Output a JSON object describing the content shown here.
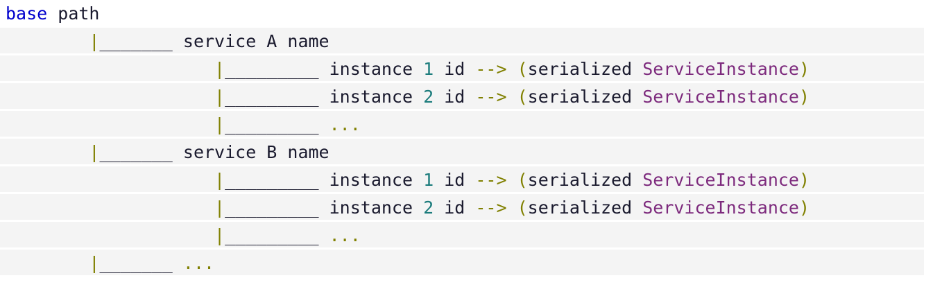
{
  "document": {
    "kind": "ascii-tree-diagram",
    "description": "Service registry key layout tree",
    "colors": {
      "background": "#ffffff",
      "row_stripe": "#f4f4f4",
      "keyword": "#0000cd",
      "plain_text": "#1a1a2e",
      "branch": "#808000",
      "arrow": "#808000",
      "paren": "#808000",
      "number": "#1c7c7c",
      "type": "#7d2a7d",
      "ellipsis": "#808000"
    }
  },
  "lines": [
    {
      "id": "line-base-path",
      "striped": false,
      "tokens": [
        {
          "cls": "tok-keyword",
          "text": "base"
        },
        {
          "cls": "tok-plain",
          "text": " path"
        }
      ]
    },
    {
      "id": "line-service-a",
      "striped": true,
      "tokens": [
        {
          "cls": "tok-plain",
          "text": "        "
        },
        {
          "cls": "tok-branch",
          "text": "|"
        },
        {
          "cls": "tok-rule",
          "text": "_______"
        },
        {
          "cls": "tok-plain",
          "text": " service A name"
        }
      ]
    },
    {
      "id": "line-service-a-instance-1",
      "striped": true,
      "tokens": [
        {
          "cls": "tok-plain",
          "text": "                    "
        },
        {
          "cls": "tok-branch",
          "text": "|"
        },
        {
          "cls": "tok-rule",
          "text": "_________"
        },
        {
          "cls": "tok-plain",
          "text": " instance "
        },
        {
          "cls": "tok-number",
          "text": "1"
        },
        {
          "cls": "tok-plain",
          "text": " id "
        },
        {
          "cls": "tok-arrow",
          "text": "-->"
        },
        {
          "cls": "tok-plain",
          "text": " "
        },
        {
          "cls": "tok-paren",
          "text": "("
        },
        {
          "cls": "tok-plain",
          "text": "serialized "
        },
        {
          "cls": "tok-type",
          "text": "ServiceInstance"
        },
        {
          "cls": "tok-paren",
          "text": ")"
        }
      ]
    },
    {
      "id": "line-service-a-instance-2",
      "striped": true,
      "tokens": [
        {
          "cls": "tok-plain",
          "text": "                    "
        },
        {
          "cls": "tok-branch",
          "text": "|"
        },
        {
          "cls": "tok-rule",
          "text": "_________"
        },
        {
          "cls": "tok-plain",
          "text": " instance "
        },
        {
          "cls": "tok-number",
          "text": "2"
        },
        {
          "cls": "tok-plain",
          "text": " id "
        },
        {
          "cls": "tok-arrow",
          "text": "-->"
        },
        {
          "cls": "tok-plain",
          "text": " "
        },
        {
          "cls": "tok-paren",
          "text": "("
        },
        {
          "cls": "tok-plain",
          "text": "serialized "
        },
        {
          "cls": "tok-type",
          "text": "ServiceInstance"
        },
        {
          "cls": "tok-paren",
          "text": ")"
        }
      ]
    },
    {
      "id": "line-service-a-instance-more",
      "striped": true,
      "tokens": [
        {
          "cls": "tok-plain",
          "text": "                    "
        },
        {
          "cls": "tok-branch",
          "text": "|"
        },
        {
          "cls": "tok-rule",
          "text": "_________"
        },
        {
          "cls": "tok-plain",
          "text": " "
        },
        {
          "cls": "tok-ellipsis",
          "text": "..."
        }
      ]
    },
    {
      "id": "line-service-b",
      "striped": true,
      "tokens": [
        {
          "cls": "tok-plain",
          "text": "        "
        },
        {
          "cls": "tok-branch",
          "text": "|"
        },
        {
          "cls": "tok-rule",
          "text": "_______"
        },
        {
          "cls": "tok-plain",
          "text": " service B name"
        }
      ]
    },
    {
      "id": "line-service-b-instance-1",
      "striped": true,
      "tokens": [
        {
          "cls": "tok-plain",
          "text": "                    "
        },
        {
          "cls": "tok-branch",
          "text": "|"
        },
        {
          "cls": "tok-rule",
          "text": "_________"
        },
        {
          "cls": "tok-plain",
          "text": " instance "
        },
        {
          "cls": "tok-number",
          "text": "1"
        },
        {
          "cls": "tok-plain",
          "text": " id "
        },
        {
          "cls": "tok-arrow",
          "text": "-->"
        },
        {
          "cls": "tok-plain",
          "text": " "
        },
        {
          "cls": "tok-paren",
          "text": "("
        },
        {
          "cls": "tok-plain",
          "text": "serialized "
        },
        {
          "cls": "tok-type",
          "text": "ServiceInstance"
        },
        {
          "cls": "tok-paren",
          "text": ")"
        }
      ]
    },
    {
      "id": "line-service-b-instance-2",
      "striped": true,
      "tokens": [
        {
          "cls": "tok-plain",
          "text": "                    "
        },
        {
          "cls": "tok-branch",
          "text": "|"
        },
        {
          "cls": "tok-rule",
          "text": "_________"
        },
        {
          "cls": "tok-plain",
          "text": " instance "
        },
        {
          "cls": "tok-number",
          "text": "2"
        },
        {
          "cls": "tok-plain",
          "text": " id "
        },
        {
          "cls": "tok-arrow",
          "text": "-->"
        },
        {
          "cls": "tok-plain",
          "text": " "
        },
        {
          "cls": "tok-paren",
          "text": "("
        },
        {
          "cls": "tok-plain",
          "text": "serialized "
        },
        {
          "cls": "tok-type",
          "text": "ServiceInstance"
        },
        {
          "cls": "tok-paren",
          "text": ")"
        }
      ]
    },
    {
      "id": "line-service-b-instance-more",
      "striped": true,
      "tokens": [
        {
          "cls": "tok-plain",
          "text": "                    "
        },
        {
          "cls": "tok-branch",
          "text": "|"
        },
        {
          "cls": "tok-rule",
          "text": "_________"
        },
        {
          "cls": "tok-plain",
          "text": " "
        },
        {
          "cls": "tok-ellipsis",
          "text": "..."
        }
      ]
    },
    {
      "id": "line-service-more",
      "striped": true,
      "tokens": [
        {
          "cls": "tok-plain",
          "text": "        "
        },
        {
          "cls": "tok-branch",
          "text": "|"
        },
        {
          "cls": "tok-rule",
          "text": "_______"
        },
        {
          "cls": "tok-plain",
          "text": " "
        },
        {
          "cls": "tok-ellipsis",
          "text": "..."
        }
      ]
    }
  ]
}
